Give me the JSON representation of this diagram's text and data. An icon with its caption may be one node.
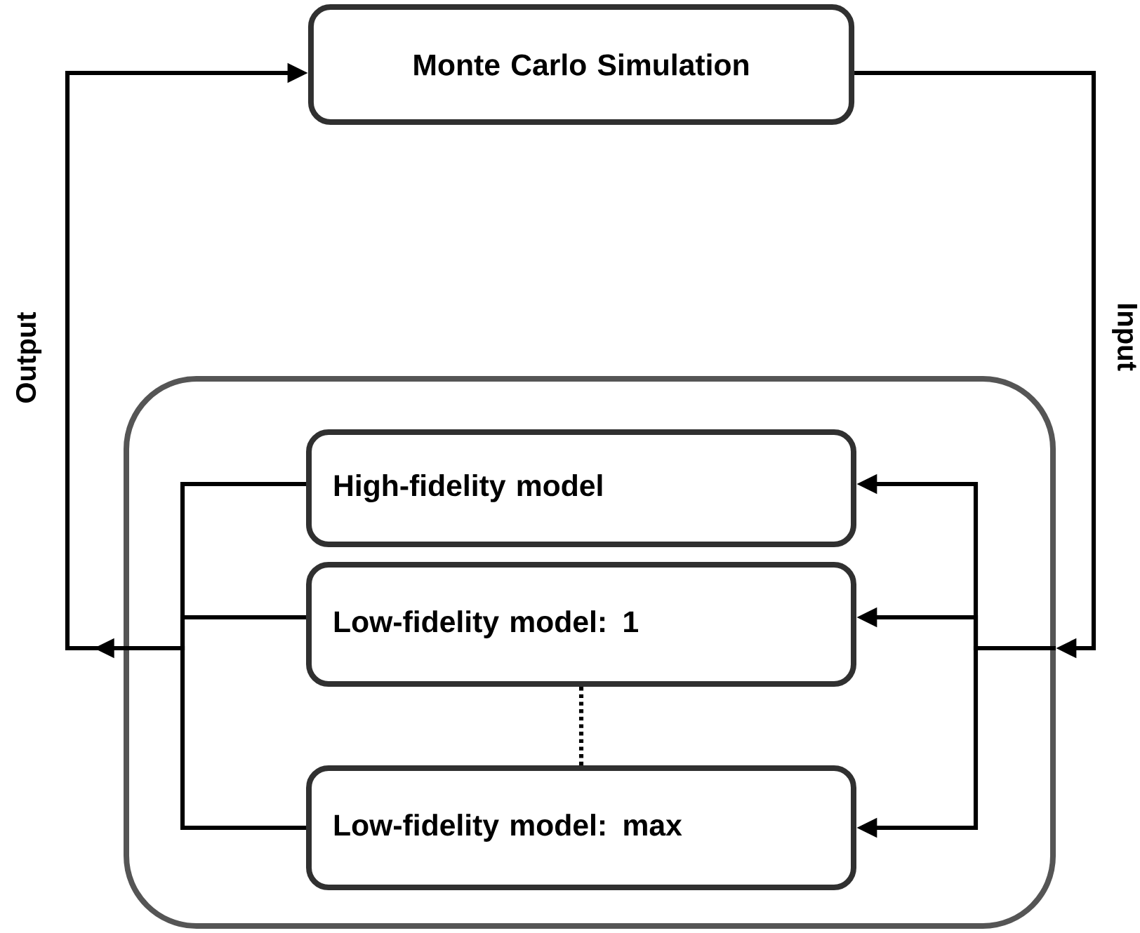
{
  "diagram": {
    "nodes": [
      {
        "text": [
          "Monte Carlo Simulation"
        ]
      },
      {
        "text": [],
        "shape": "box"
      },
      {
        "text": [
          "High-fidelity model"
        ],
        "in": 1
      },
      {
        "text": [
          "Low-fidelity model: 1"
        ],
        "in": 1
      },
      {
        "text": [
          "Low-fidelity model: max"
        ],
        "in": 1
      }
    ],
    "edges": [
      {
        "from": 0,
        "to": 1,
        "arrow": "to",
        "label": "Input"
      },
      {
        "from": 1,
        "to": 2,
        "arrow": "to"
      },
      {
        "from": 1,
        "to": 3,
        "arrow": "to"
      },
      {
        "from": 1,
        "to": 4,
        "arrow": "to"
      },
      {
        "from": 2,
        "to": 1,
        "arrow": "none"
      },
      {
        "from": 3,
        "to": 1,
        "arrow": "none"
      },
      {
        "from": 4,
        "to": 1,
        "arrow": "none"
      },
      {
        "from": 1,
        "to": 0,
        "arrow": "to",
        "label": "Output"
      },
      {
        "from": 3,
        "to": 4,
        "arrow": "none",
        "style": "dashed"
      }
    ]
  }
}
